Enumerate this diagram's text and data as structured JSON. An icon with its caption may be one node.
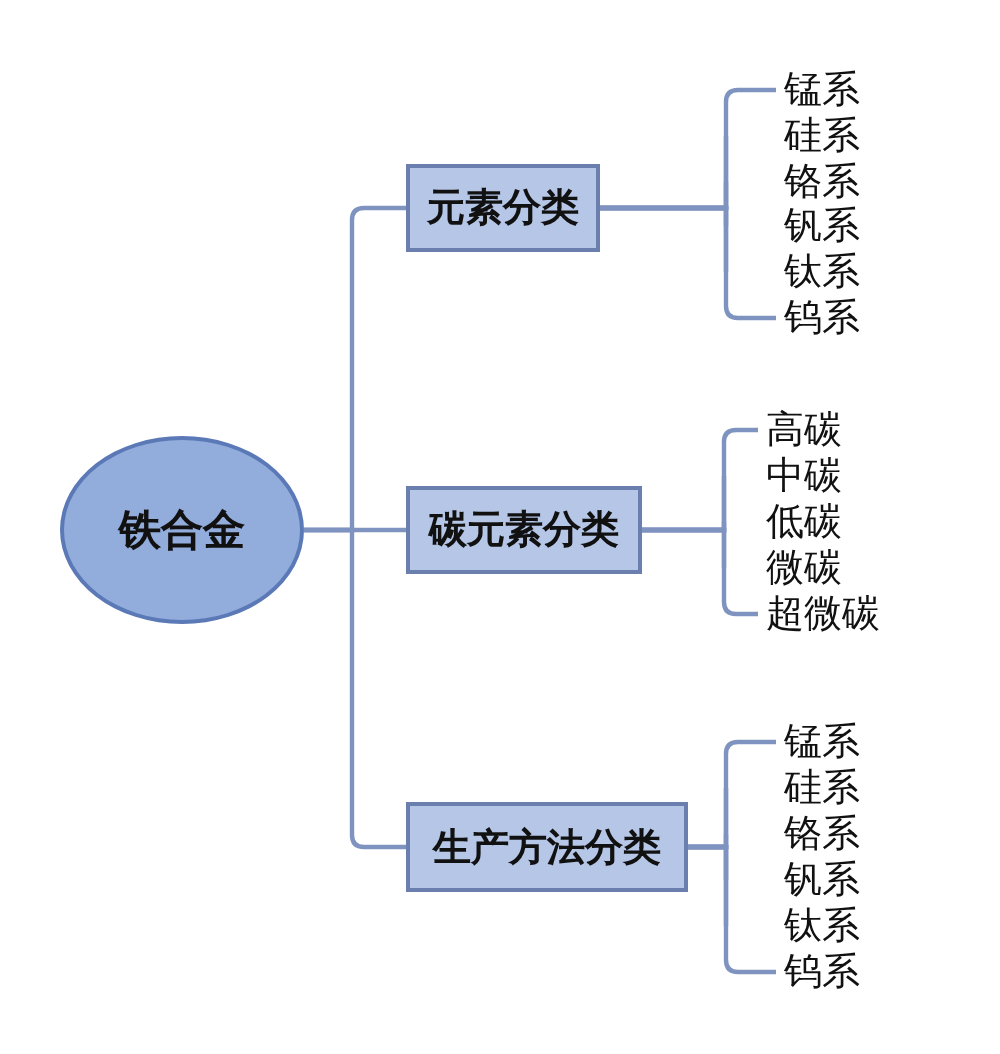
{
  "diagram": {
    "nodes": [
      {
        "text": [
          "铁合金"
        ]
      },
      {
        "text": [
          "元素分类"
        ]
      },
      {
        "text": [
          "锰系"
        ]
      },
      {
        "text": [
          "硅系"
        ]
      },
      {
        "text": [
          "铬系"
        ]
      },
      {
        "text": [
          "钒系"
        ]
      },
      {
        "text": [
          "钛系"
        ]
      },
      {
        "text": [
          "钨系"
        ]
      },
      {
        "text": [
          "碳元素分类"
        ]
      },
      {
        "text": [
          "高碳"
        ]
      },
      {
        "text": [
          "中碳"
        ]
      },
      {
        "text": [
          "低碳"
        ]
      },
      {
        "text": [
          "微碳"
        ]
      },
      {
        "text": [
          "超微碳"
        ]
      },
      {
        "text": [
          "生产方法分类"
        ]
      },
      {
        "text": [
          "锰系"
        ]
      },
      {
        "text": [
          "硅系"
        ]
      },
      {
        "text": [
          "铬系"
        ]
      },
      {
        "text": [
          "钒系"
        ]
      },
      {
        "text": [
          "钛系"
        ]
      },
      {
        "text": [
          "钨系"
        ]
      }
    ],
    "edges": [
      {
        "from": 0,
        "to": 1,
        "arrow": "none"
      },
      {
        "from": 0,
        "to": 8,
        "arrow": "none"
      },
      {
        "from": 0,
        "to": 14,
        "arrow": "none"
      },
      {
        "from": 1,
        "to": 2,
        "arrow": "none"
      },
      {
        "from": 1,
        "to": 3,
        "arrow": "none"
      },
      {
        "from": 1,
        "to": 4,
        "arrow": "none"
      },
      {
        "from": 1,
        "to": 5,
        "arrow": "none"
      },
      {
        "from": 1,
        "to": 6,
        "arrow": "none"
      },
      {
        "from": 1,
        "to": 7,
        "arrow": "none"
      },
      {
        "from": 8,
        "to": 9,
        "arrow": "none"
      },
      {
        "from": 8,
        "to": 10,
        "arrow": "none"
      },
      {
        "from": 8,
        "to": 11,
        "arrow": "none"
      },
      {
        "from": 8,
        "to": 12,
        "arrow": "none"
      },
      {
        "from": 8,
        "to": 13,
        "arrow": "none"
      },
      {
        "from": 14,
        "to": 15,
        "arrow": "none"
      },
      {
        "from": 14,
        "to": 16,
        "arrow": "none"
      },
      {
        "from": 14,
        "to": 17,
        "arrow": "none"
      },
      {
        "from": 14,
        "to": 18,
        "arrow": "none"
      },
      {
        "from": 14,
        "to": 19,
        "arrow": "none"
      },
      {
        "from": 14,
        "to": 20,
        "arrow": "none"
      }
    ]
  }
}
